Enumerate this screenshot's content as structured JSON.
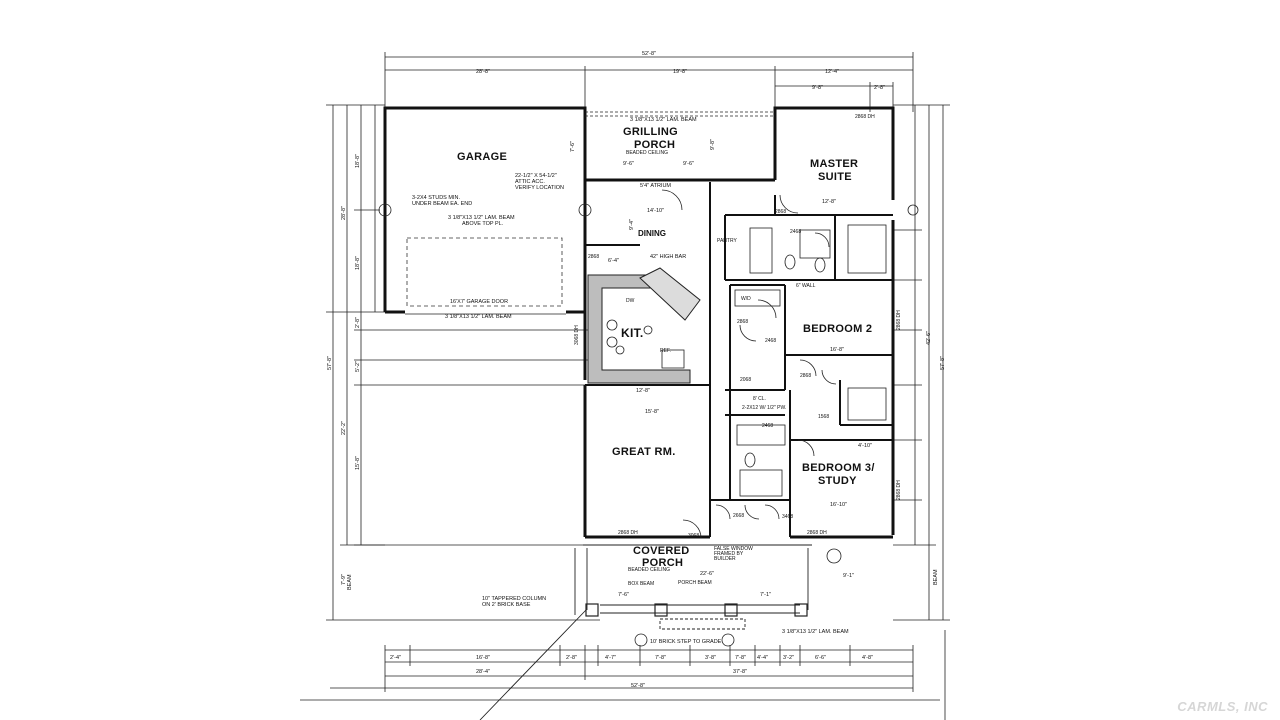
{
  "rooms": {
    "garage": "GARAGE",
    "grilling_porch_1": "GRILLING",
    "grilling_porch_2": "PORCH",
    "master_1": "MASTER",
    "master_2": "SUITE",
    "dining": "DINING",
    "kitchen": "KIT.",
    "bedroom2": "BEDROOM 2",
    "great_room": "GREAT RM.",
    "bedroom3_1": "BEDROOM 3/",
    "bedroom3_2": "STUDY",
    "covered_porch_1": "COVERED",
    "covered_porch_2": "PORCH"
  },
  "notes": {
    "beam_top": "3 1/8\"X13 1/2\" LAM. BEAM",
    "beaded_ceiling_top": "BEADED CEILING",
    "attic_1": "22-1/2\" X 54-1/2\"",
    "attic_2": "ATTIC ACC.",
    "attic_3": "VERIFY LOCATION",
    "studs_1": "3-2X4 STUDS MIN.",
    "studs_2": "UNDER BEAM EA. END",
    "garage_beam_1": "3 1/8\"X13 1/2\" LAM. BEAM",
    "garage_beam_2": "ABOVE TOP PL.",
    "garage_door": "16'X7' GARAGE DOOR",
    "garage_beam_3": "3 1/8\"X13 1/2\" LAM. BEAM",
    "atrium": "5'4\" ATRIUM",
    "high_bar": "42\" HIGH BAR",
    "pantry": "PANTRY",
    "dw": "DW",
    "ref": "REF.",
    "wall_6": "6\" WALL",
    "wd": "W/D",
    "cl": "8' CL.",
    "pw": "2-2X12 W/ 1/2\" PW.",
    "beaded_ceiling_bottom": "BEADED CEILING",
    "false_window_1": "FALSE WINDOW",
    "false_window_2": "FRAMED BY",
    "false_window_3": "BUILDER",
    "box_beam": "BOX BEAM",
    "porch_beam": "PORCH BEAM",
    "column_1": "10\" TAPPERED COLUMN",
    "column_2": "ON 2' BRICK BASE",
    "brick_step": "10' BRICK STEP TO GRADE",
    "porch_lam_beam": "3 1/8\"X13 1/2\" LAM. BEAM",
    "beam_left": "BEAM",
    "beam_right": "BEAM"
  },
  "windows": {
    "w2868_master": "2868 DH",
    "w2868_bed2": "2868 DH",
    "w2868_bed3": "2868 DH",
    "w2868_great": "2868 DH",
    "w2868_great2": "2868 DH",
    "w3068_kit": "3068 DH",
    "w2868_dining": "2868",
    "w3068_front": "3068",
    "w2468_a": "2468",
    "w2468_b": "2468",
    "w2468_c": "2468",
    "w2868_hall": "2868",
    "w2868_bed2door": "2868",
    "w3468": "3468",
    "w1568": "1568",
    "w2668": "2668",
    "w2068": "2068",
    "w2868_mb": "2868"
  },
  "dims": {
    "overall_top": "52'-8\"",
    "top_left": "28'-8\"",
    "top_mid": "19'-8\"",
    "top_right": "12'-4\"",
    "top_r2": "9'-8\"",
    "top_r3": "2'-8\"",
    "overall_bottom": "52'-8\"",
    "bot_left": "28'-4\"",
    "bot_right": "37'-8\"",
    "b1": "2'-4\"",
    "b2": "16'-8\"",
    "b3": "2'-8\"",
    "b4": "4'-7\"",
    "b5": "7'-8\"",
    "b6": "3'-8\"",
    "b7": "7'-8\"",
    "b8": "4'-4\"",
    "b9": "3'-2\"",
    "b10": "6'-6\"",
    "b11": "4'-8\"",
    "left_overall": "57'-8\"",
    "right_overall": "57'-8\"",
    "right_inner": "42'-6\"",
    "l1": "18'-8\"",
    "l2": "28'-8\"",
    "l3": "18'-8\"",
    "l4": "2'-8\"",
    "l5": "5'-2\"",
    "l6": "22'-2\"",
    "l7": "15'-8\"",
    "l8": "7'-9\"",
    "gp_w": "9'-6\"",
    "gp_w2": "9'-6\"",
    "gp_h": "7'-6\"",
    "gp_h2": "9'-8\"",
    "dining_w": "14'-10\"",
    "dining_h": "9'-4\"",
    "ms_w": "12'-8\"",
    "gr_w": "12'-8\"",
    "gr_w2": "15'-8\"",
    "bed2_w": "16'-8\"",
    "bed3_w": "16'-10\"",
    "bed3_w2": "4'-10\"",
    "cp_w": "22'-6\"",
    "cp_l": "7'-6\"",
    "cp_r": "7'-1\"",
    "cp_r2": "9'-1\"",
    "kit_w": "6'-4\""
  },
  "watermark": "CARMLS, INC"
}
